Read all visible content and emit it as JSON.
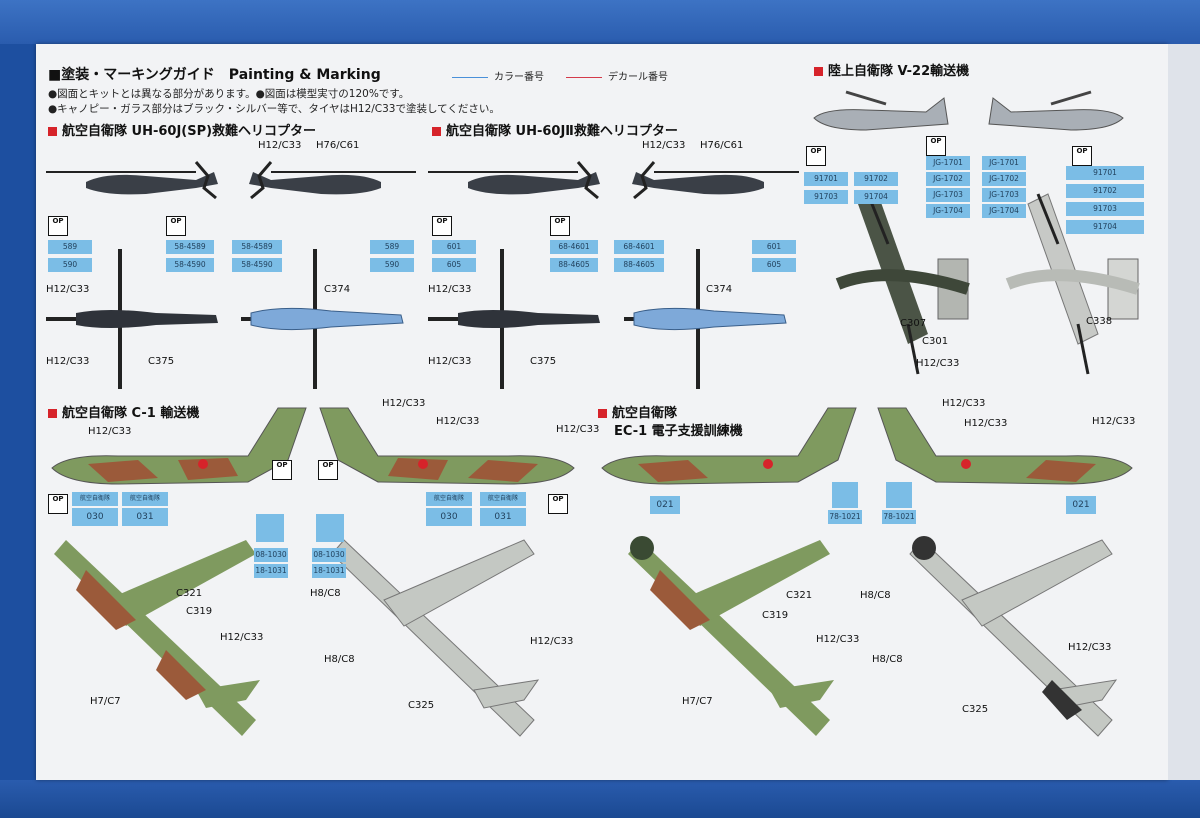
{
  "header": {
    "title": "■塗装・マーキングガイド　Painting & Marking",
    "legend_color": "カラー番号",
    "legend_decal": "デカール番号",
    "notes": [
      "●図面とキットとは異なる部分があります。●図面は模型実寸の120%です。",
      "●キャノピー・ガラス部分はブラック・シルバー等で、タイヤはH12/C33で塗装してください。"
    ]
  },
  "sections": {
    "uh60j": "航空自衛隊 UH-60J(SP)救難ヘリコプター",
    "uh60j2": "航空自衛隊 UH-60JⅡ救難ヘリコプター",
    "v22": "陸上自衛隊 V-22輸送機",
    "c1": "航空自衛隊 C-1 輸送機",
    "ec1_a": "航空自衛隊",
    "ec1_b": "EC-1 電子支援訓練機"
  },
  "labels": {
    "h12": "H12/C33",
    "h76": "H76/C61",
    "c374": "C374",
    "c375": "C375",
    "c307": "C307",
    "c301": "C301",
    "c338": "C338",
    "c321": "C321",
    "c319": "C319",
    "h8": "H8/C8",
    "h7": "H7/C7",
    "c325": "C325"
  },
  "op": "OP",
  "decals": {
    "uh1_codes": [
      "58-4589",
      "58-4590"
    ],
    "uh1_nums": [
      "589",
      "590"
    ],
    "uh2_codes": [
      "68-4601",
      "88-4605"
    ],
    "uh2_nums": [
      "601",
      "605"
    ],
    "v22_left": [
      "91701",
      "91702",
      "91703",
      "91704"
    ],
    "v22_right": [
      "JG-1701",
      "JG-1702",
      "JG-1703",
      "JG-1704"
    ],
    "c1_nums": [
      "030",
      "031"
    ],
    "c1_codes": [
      "08-1030",
      "18-1031"
    ],
    "c1_small": [
      "航空自衛隊",
      "航空自衛隊"
    ],
    "ec1_num": "021",
    "ec1_code": "78-1021"
  },
  "colors": {
    "accent_red": "#d6232a",
    "legend_blue": "#4a90d9",
    "legend_red": "#d43a4a",
    "decal_blue": "#7bbde6"
  }
}
